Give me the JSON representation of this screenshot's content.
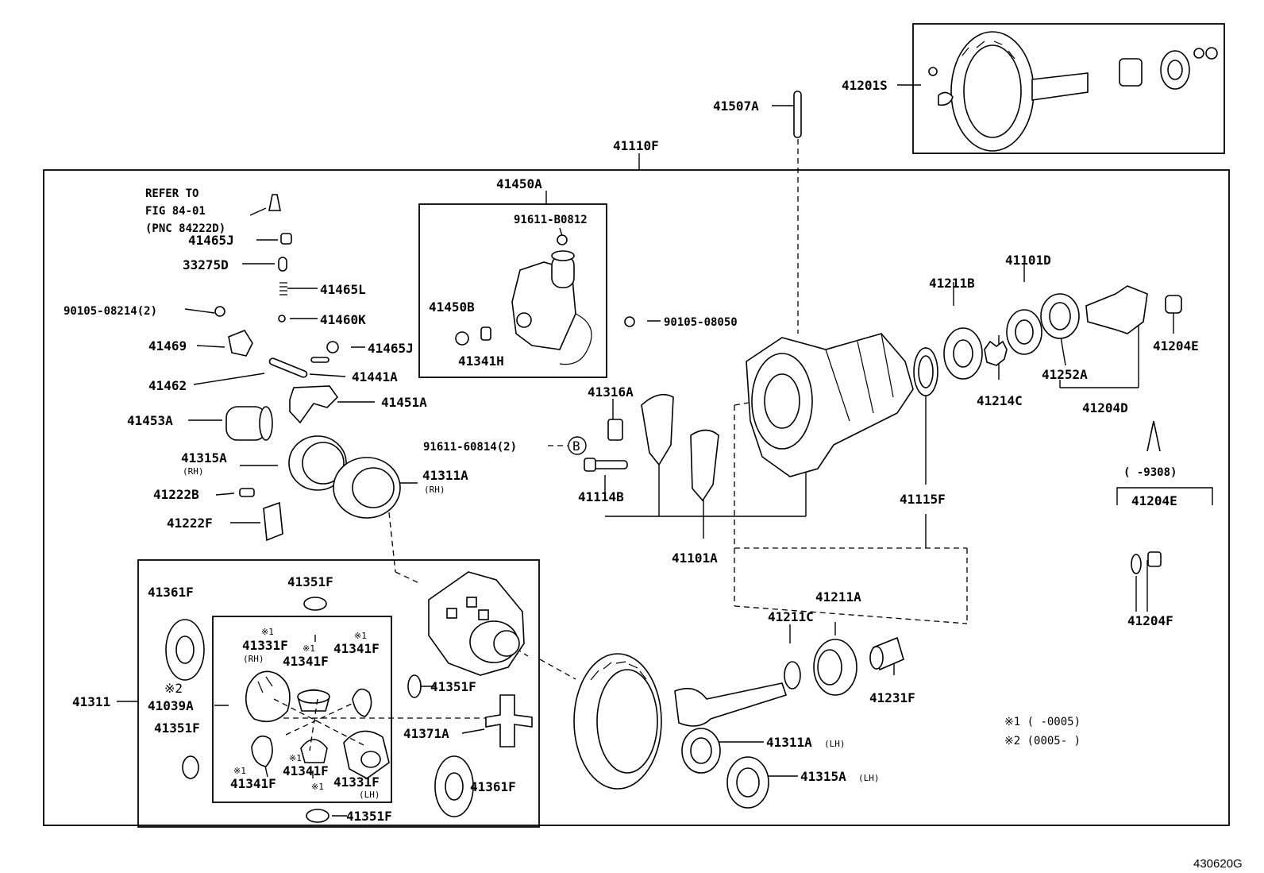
{
  "labels": {
    "p41201S": "41201S",
    "p41507A": "41507A",
    "p41110F": "41110F",
    "p41450A": "41450A",
    "p91611B0812": "91611-B0812",
    "p41450B": "41450B",
    "p41341H": "41341H",
    "p9010508050": "90105-08050",
    "refer1": "REFER TO",
    "refer2": "FIG 84-01",
    "refer3": "(PNC 84222D)",
    "p41465J_a": "41465J",
    "p33275D": "33275D",
    "p41465L": "41465L",
    "p9010508214": "90105-08214(2)",
    "p41460K": "41460K",
    "p41469": "41469",
    "p41465J_b": "41465J",
    "p41462": "41462",
    "p41441A": "41441A",
    "p41451A": "41451A",
    "p41453A": "41453A",
    "p41315A_rh": "41315A",
    "rh1": "(RH)",
    "p41311A_rh": "41311A",
    "rh2": "(RH)",
    "p41222B": "41222B",
    "p41222F": "41222F",
    "p41316A": "41316A",
    "p9161160814": "91611-60814(2)",
    "circleB": "B",
    "p41114B": "41114B",
    "p41101A": "41101A",
    "p41211B": "41211B",
    "p41101D": "41101D",
    "p41204E_a": "41204E",
    "p41214C": "41214C",
    "p41252A": "41252A",
    "p41204D": "41204D",
    "p41115F": "41115F",
    "range9308": "(      -9308)",
    "p41204E_b": "41204E",
    "p41204F": "41204F",
    "p41211A": "41211A",
    "p41211C": "41211C",
    "p41231F": "41231F",
    "note1": "※1 (     -0005)",
    "note2": "※2 (0005-     )",
    "p41311A_lh": "41311A",
    "lh1": "(LH)",
    "p41315A_lh": "41315A",
    "lh2": "(LH)",
    "p41361F_a": "41361F",
    "p41351F_a": "41351F",
    "p41311": "41311",
    "mark2": "※2",
    "p41039A": "41039A",
    "p41351F_b": "41351F",
    "mark1a": "※1",
    "p41331F_rh": "41331F",
    "rh3": "(RH)",
    "mark1b": "※1",
    "p41341F_a": "41341F",
    "mark1c": "※1",
    "p41341F_b": "41341F",
    "mark1d": "※1",
    "p41341F_c": "41341F",
    "mark1e": "※1",
    "p41341F_d": "41341F",
    "mark1f": "※1",
    "p41331F_lh": "41331F",
    "lh3": "(LH)",
    "p41351F_c": "41351F",
    "p41371A": "41371A",
    "p41361F_b": "41361F",
    "p41351F_d": "41351F",
    "figno": "430620G"
  }
}
